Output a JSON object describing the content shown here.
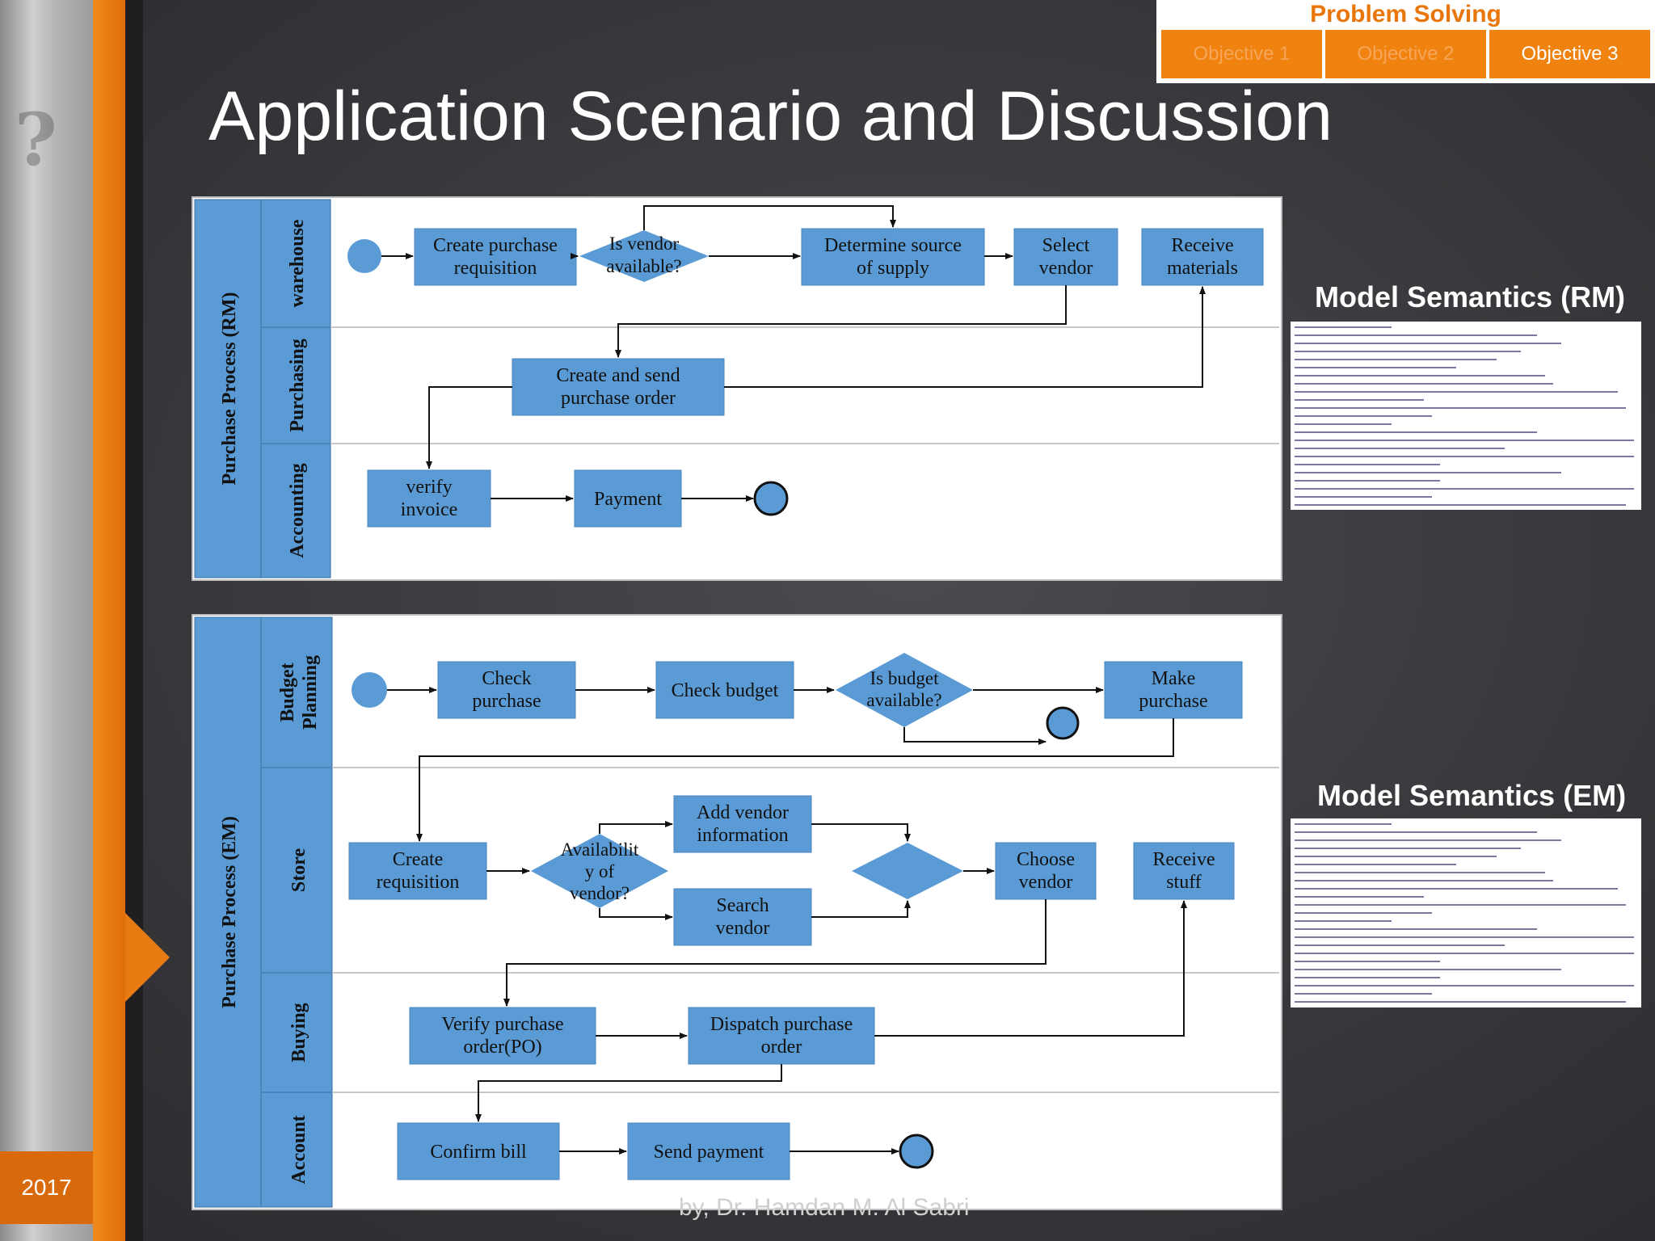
{
  "nav": {
    "title": "Problem Solving",
    "tabs": [
      "Objective 1",
      "Objective 2",
      "Objective 3"
    ]
  },
  "slide": {
    "title": "Application Scenario and Discussion",
    "year": "2017",
    "footer": "by, Dr. Hamdan M. Al Sabri"
  },
  "diagram_rm": {
    "pool": "Purchase Process (RM)",
    "lanes": [
      "warehouse",
      "Purchasing",
      "Accounting"
    ],
    "tasks": {
      "create_pr": [
        "Create purchase",
        "requisition"
      ],
      "vendor_q": [
        "Is vendor",
        "available?"
      ],
      "determine": [
        "Determine source",
        "of supply"
      ],
      "select_vendor": [
        "Select",
        "vendor"
      ],
      "receive": [
        "Receive",
        "materials"
      ],
      "create_po": [
        "Create and send",
        "purchase order"
      ],
      "verify": [
        "verify",
        "invoice"
      ],
      "payment": [
        "Payment"
      ]
    }
  },
  "diagram_em": {
    "pool": "Purchase Process (EM)",
    "lanes": [
      "Budget Planning",
      "Store",
      "Buying",
      "Account"
    ],
    "lane_lines": {
      "budget": [
        "Budget",
        "Planning"
      ]
    },
    "tasks": {
      "check_purchase": [
        "Check",
        "purchase"
      ],
      "check_budget": [
        "Check budget"
      ],
      "budget_q": [
        "Is budget",
        "available?"
      ],
      "make_purchase": [
        "Make",
        "purchase"
      ],
      "create_req": [
        "Create",
        "requisition"
      ],
      "avail_q": [
        "Availabilit",
        "y of",
        "vendor?"
      ],
      "add_vendor": [
        "Add vendor",
        "information"
      ],
      "search_vendor": [
        "Search",
        "vendor"
      ],
      "choose_vendor": [
        "Choose",
        "vendor"
      ],
      "receive_stuff": [
        "Receive",
        "stuff"
      ],
      "verify_po": [
        "Verify purchase",
        "order(PO)"
      ],
      "dispatch_po": [
        "Dispatch purchase",
        "order"
      ],
      "confirm_bill": [
        "Confirm bill"
      ],
      "send_payment": [
        "Send payment"
      ]
    }
  },
  "semantics": {
    "rm_label": "Model Semantics (RM)",
    "em_label": "Model Semantics (EM)"
  },
  "colors": {
    "task_fill": "#5b9bd5",
    "pool_fill": "#5b9bd5",
    "accent_orange": "#f0820f"
  }
}
